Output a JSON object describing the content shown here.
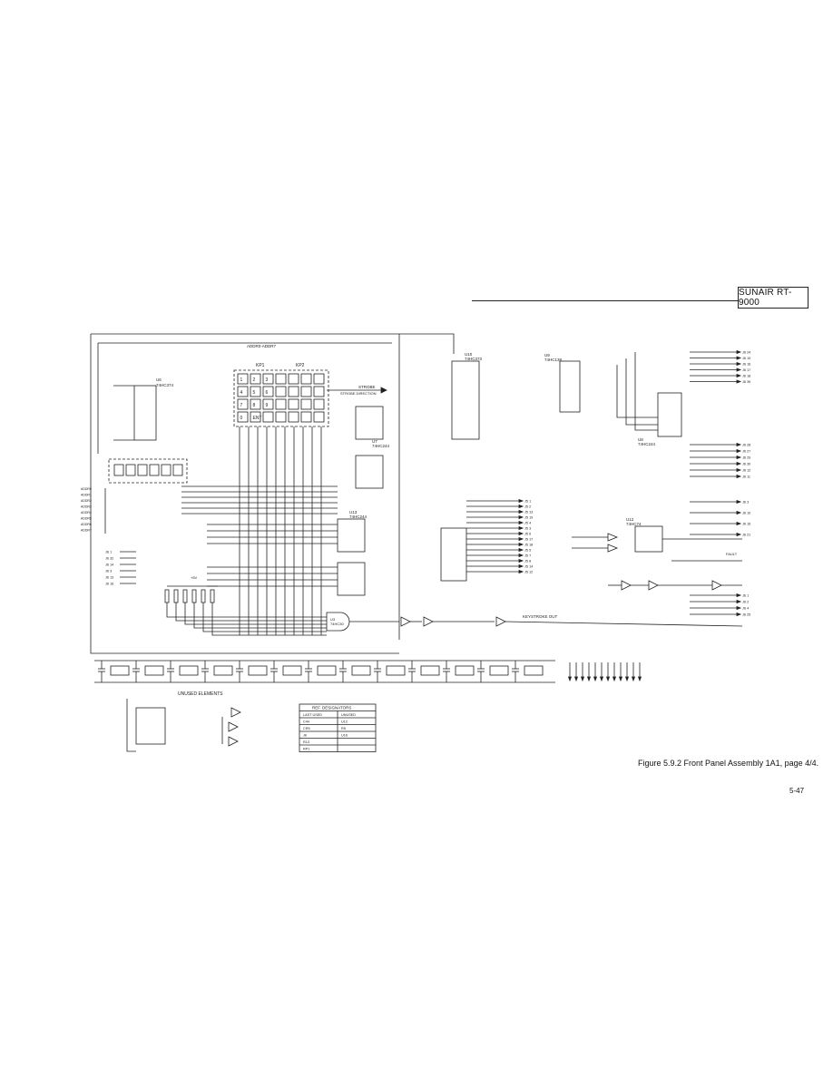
{
  "header": {
    "model": "SUNAIR RT-9000"
  },
  "caption": "Figure 5.9.2  Front Panel Assembly 1A1, page 4/4.",
  "page_number": "5-47",
  "schematic": {
    "bus_label": "ADDR0-ADDR7",
    "keypads": {
      "kp1": "KP1",
      "kp2": "KP2"
    },
    "keys": [
      "1",
      "2",
      "3",
      "4",
      "5",
      "6",
      "7",
      "8",
      "9",
      "0",
      "ENT"
    ],
    "ics": {
      "u6": {
        "ref": "U6",
        "part": "74HC374"
      },
      "u10": {
        "ref": "U10",
        "part": "74HC373"
      },
      "u9": {
        "ref": "U9",
        "part": "74HC138"
      },
      "u8": {
        "ref": "U8",
        "part": "74HC244"
      },
      "u7": {
        "ref": "U7",
        "part": "74HC244"
      },
      "u13": {
        "ref": "U13",
        "part": "74HC244"
      },
      "u3": {
        "ref": "U3",
        "part": "74HC30"
      },
      "u12": {
        "ref": "U12",
        "part": "74HC74"
      }
    },
    "labels": {
      "strobe": "STROBE",
      "strobe_dir": "STROBE DIRECTION",
      "keyout": "KEYSTROKE OUT",
      "fault": "FAULT",
      "unused": "UNUSED ELEMENTS",
      "plus5": "+5V"
    },
    "ref_table": {
      "title": "REF. DESIGNATORS",
      "headers": [
        "LAST USED",
        "UNUSED"
      ],
      "rows": [
        [
          "C44",
          "U12"
        ],
        [
          "CR5",
          "R5"
        ],
        [
          "J6",
          "U16"
        ],
        [
          "R13",
          ""
        ],
        [
          "RP1",
          ""
        ]
      ]
    },
    "j6_right_pins": [
      "J6 24",
      "J6 19",
      "J6 16",
      "J6 17",
      "J6 18",
      "J6 39",
      "J6 28",
      "J6 27",
      "J6 29",
      "J6 30",
      "J6 12",
      "J6 11",
      "J6 3",
      "J6 10",
      "J6 15",
      "J6 21",
      "J6 1",
      "J6 2",
      "J6 4",
      "J6 25"
    ],
    "j6_left_pins": [
      "J6 1",
      "J6 32",
      "J6 14",
      "J6 3",
      "J6 13",
      "J6 16"
    ],
    "j5_pins": [
      "J5 1",
      "J5 2",
      "J5 13",
      "J5 19",
      "J5 4",
      "J5 3",
      "J5 6",
      "J5 17",
      "J5 18",
      "J5 5",
      "J5 7",
      "J5 8",
      "J5 14",
      "J5 12"
    ],
    "bus_signals": [
      "ADDR0",
      "ADDR1",
      "ADDR2",
      "ADDR3",
      "ADDR4",
      "ADDR5",
      "ADDR6",
      "ADDR7"
    ]
  }
}
